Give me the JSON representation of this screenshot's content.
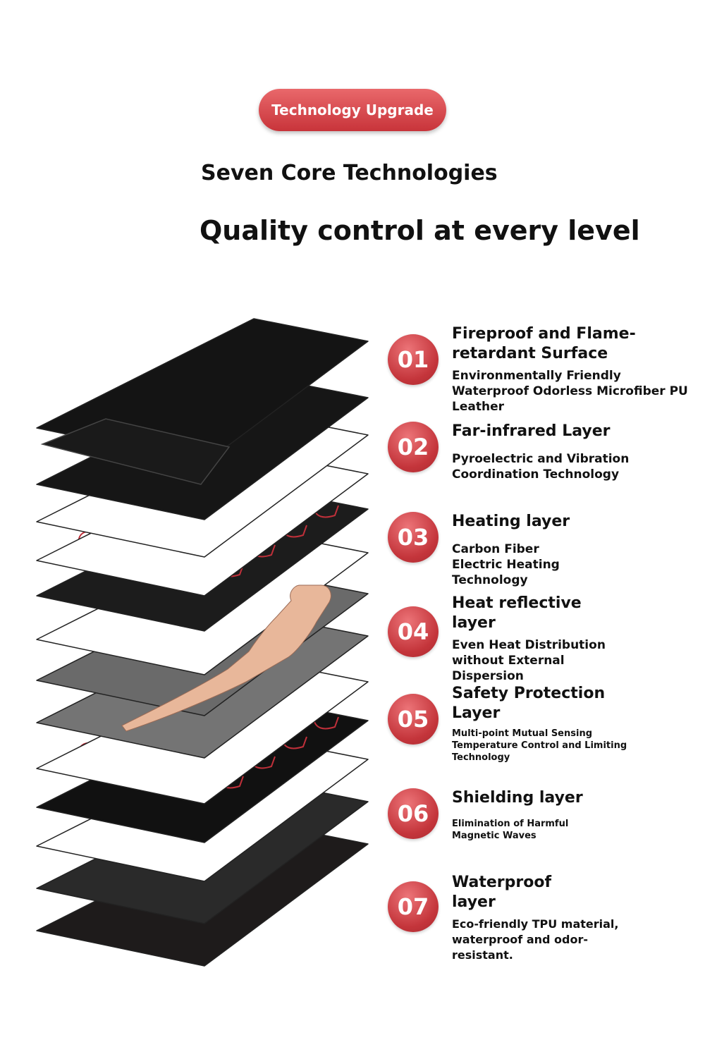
{
  "badge": "Technology Upgrade",
  "subtitle": "Seven Core Technologies",
  "title": "Quality control at every level",
  "colors": {
    "accent": "#c8343a",
    "layer_dark": "#1a1a1a",
    "layer_gray": "#6e6e6e",
    "coil": "#c0303a"
  },
  "items": [
    {
      "num": "01",
      "heading": "Fireproof and Flame-retardant Surface",
      "desc": "Environmentally Friendly Waterproof Odorless Microfiber PU Leather"
    },
    {
      "num": "02",
      "heading": "Far-infrared Layer",
      "desc": "Pyroelectric and Vibration Coordination Technology"
    },
    {
      "num": "03",
      "heading": "Heating layer",
      "desc": "Carbon Fiber Electric Heating Technology"
    },
    {
      "num": "04",
      "heading": "Heat reflective layer",
      "desc": "Even Heat Distribution without External Dispersion"
    },
    {
      "num": "05",
      "heading": "Safety Protection Layer",
      "desc": "Multi-point Mutual Sensing Temperature Control and Limiting Technology"
    },
    {
      "num": "06",
      "heading": "Shielding layer",
      "desc": "Elimination of Harmful Magnetic Waves"
    },
    {
      "num": "07",
      "heading": "Waterproof layer",
      "desc": "Eco-friendly TPU material, waterproof and odor-resistant."
    }
  ]
}
